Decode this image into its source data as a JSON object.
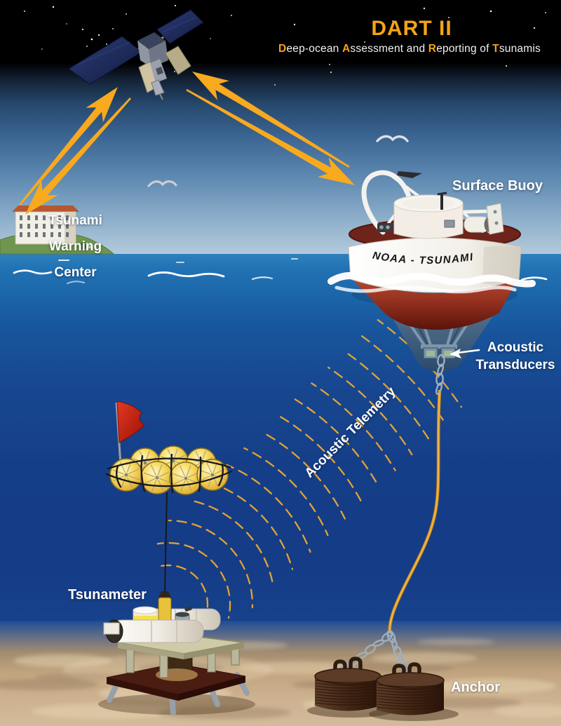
{
  "title": {
    "main": "DART II"
  },
  "subtitle": {
    "parts": [
      {
        "t": "D",
        "hl": true
      },
      {
        "t": "eep-ocean ",
        "hl": false
      },
      {
        "t": "A",
        "hl": true
      },
      {
        "t": "ssessment and ",
        "hl": false
      },
      {
        "t": "R",
        "hl": true
      },
      {
        "t": "eporting of ",
        "hl": false
      },
      {
        "t": "T",
        "hl": true
      },
      {
        "t": "sunamis",
        "hl": false
      }
    ]
  },
  "labels": {
    "warning_center_lines": [
      "Tsunami",
      "Warning",
      "Center"
    ],
    "surface_buoy": "Surface Buoy",
    "acoustic_transducers_lines": [
      "Acoustic",
      "Transducers"
    ],
    "acoustic_telemetry": "Acoustic Telemetry",
    "tsunameter": "Tsunameter",
    "anchor": "Anchor",
    "buoy_hull_text": "NOAA - TSUNAMI"
  },
  "colors": {
    "accent_orange": "#F9A91E",
    "title_orange": "#F4A319",
    "wave_orange": "#EFA92C",
    "flag_red": "#CE2417",
    "hull_red": "#9E3322",
    "float_yellow": "#F2CE4F",
    "sky_black": "#000000",
    "ocean_deep": "#15418B",
    "sand_tan": "#C9AD8B",
    "label_white": "#FFFFFF"
  }
}
